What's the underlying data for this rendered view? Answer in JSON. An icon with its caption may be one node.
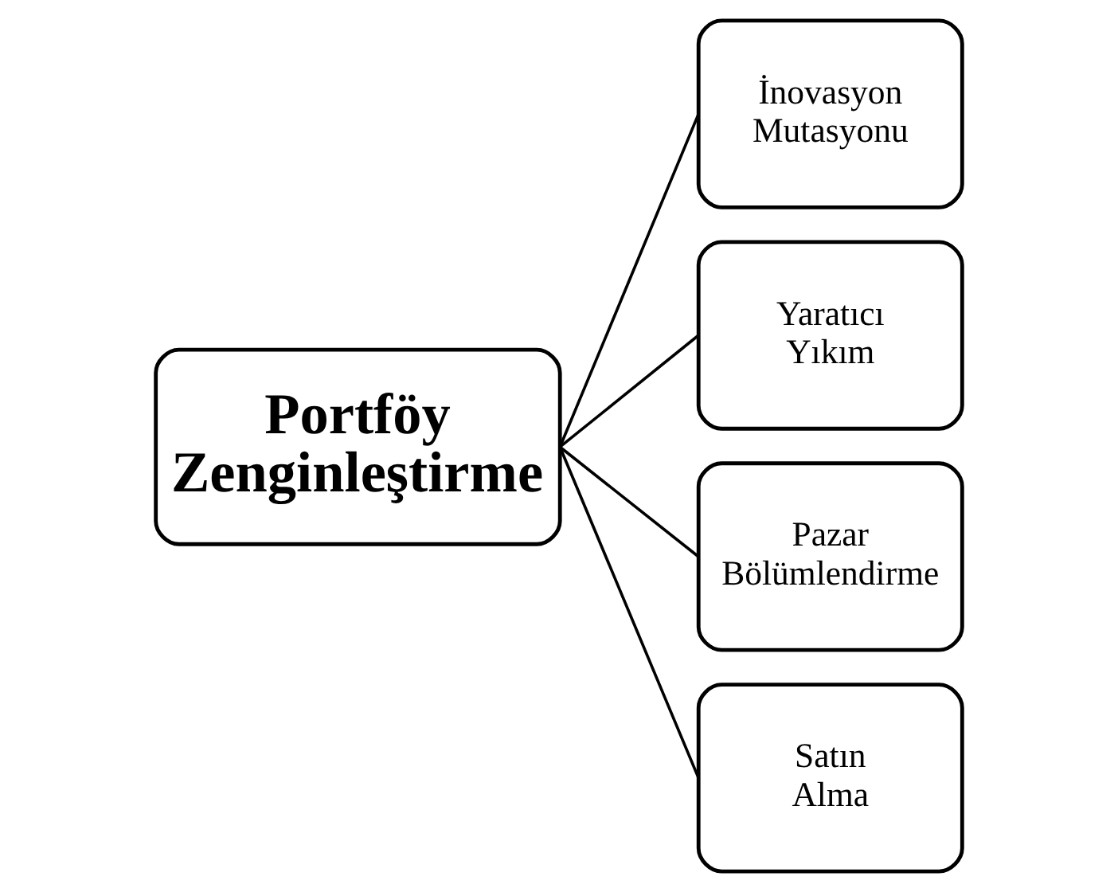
{
  "diagram": {
    "nodes": [
      {
        "text": [
          "Portföy Zenginleştirme"
        ]
      },
      {
        "text": [
          "İnovasyon Mutasyonu"
        ]
      },
      {
        "text": [
          "Yaratıcı Yıkım"
        ]
      },
      {
        "text": [
          "Pazar Bölümlendirme"
        ]
      },
      {
        "text": [
          "Satın Alma"
        ]
      }
    ],
    "edges": [
      {
        "from": 0,
        "to": 1,
        "arrow": "none"
      },
      {
        "from": 0,
        "to": 2,
        "arrow": "none"
      },
      {
        "from": 0,
        "to": 3,
        "arrow": "none"
      },
      {
        "from": 0,
        "to": 4,
        "arrow": "none"
      }
    ]
  }
}
